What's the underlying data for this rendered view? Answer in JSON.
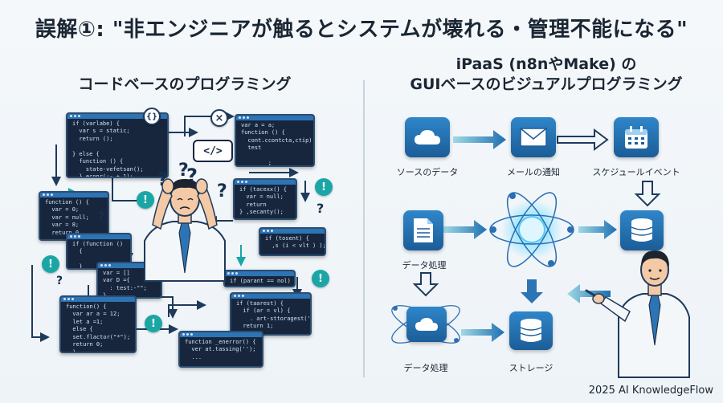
{
  "title": "誤解①: \"非エンジニアが触るとシステムが壊れる・管理不能になる\"",
  "left": {
    "heading": "コードベースのプログラミング",
    "code_windows": [
      {
        "lines": "if (varlabe) {\n  var s = static;\n  return ();\n\n} else {\n  function () {\n    state-vefetsan();\n  } econr(:- + 1);"
      },
      {
        "lines": "var a = a;\nfunction () {\n  cont.ccontcta,ctip);\n  test\n\n        ;"
      },
      {
        "lines": "function () {\n  var = 0;\n  var = null;\n  var = 8;\n  return 0"
      },
      {
        "lines": "if (function ()\n  {\n\n  }"
      },
      {
        "lines": "var = []\nvar D ={\n  : test:-\"\";\n}"
      },
      {
        "lines": "if (tacexx() {\n  var = null;\n  return\n} ,secanty();"
      },
      {
        "lines": "if (tosent) {\n  ,s (i < vlt ) );"
      },
      {
        "lines": "if (parant == nol)"
      },
      {
        "lines": "function() {\n  var ar a = 12;\n  let a =1;\n  else {\n  set.flactor(\"*\");\n  return 0;\n  }\n}"
      },
      {
        "lines": "if (taarest) {\n  if (ar = vl) {\n    . art-sttoragest('');\n  return 1;"
      },
      {
        "lines": "function _enerror() {\n  ver at.tassing('');\n  ..."
      }
    ],
    "code_icon": "</>"
  },
  "right": {
    "heading_line1": "iPaaS (n8nやMake) の",
    "heading_line2": "GUIベースのビジュアルプログラミング",
    "nodes": {
      "source": "ソースのデータ",
      "mail": "メールの通知",
      "schedule": "スケジュールイベント",
      "process1": "データ処理",
      "process2": "データ処理",
      "storage": "ストレージ"
    }
  },
  "footer": "2025 AI KnowledgeFlow",
  "colors": {
    "accent": "#2d74b4",
    "teal": "#1ba6a6",
    "navy": "#17263d"
  }
}
